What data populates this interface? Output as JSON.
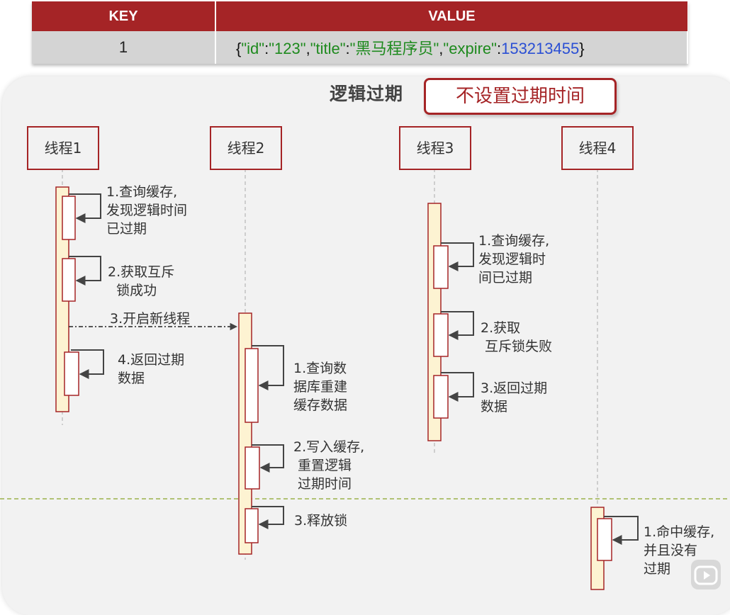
{
  "table": {
    "headers": [
      "KEY",
      "VALUE"
    ],
    "row": {
      "key": "1",
      "value_tokens": [
        {
          "t": "{",
          "c": "p"
        },
        {
          "t": "\"id\"",
          "c": "k"
        },
        {
          "t": ":",
          "c": "p"
        },
        {
          "t": "\"123\"",
          "c": "s"
        },
        {
          "t": ",",
          "c": "p"
        },
        {
          "t": "\"title\"",
          "c": "k"
        },
        {
          "t": ":",
          "c": "p"
        },
        {
          "t": "\"黑马程序员\"",
          "c": "s"
        },
        {
          "t": ",",
          "c": "p"
        },
        {
          "t": "\"expire\"",
          "c": "k"
        },
        {
          "t": ":",
          "c": "p"
        },
        {
          "t": "153213455",
          "c": "n"
        },
        {
          "t": "}",
          "c": "p"
        }
      ]
    }
  },
  "diagram": {
    "title": "逻辑过期",
    "badge": "不设置过期时间",
    "actors": [
      "线程1",
      "线程2",
      "线程3",
      "线程4"
    ],
    "labels": {
      "t1_step1": "1.查询缓存,\n发现逻辑时间\n已过期",
      "t1_step2": "2.获取互斥\n  锁成功",
      "t1_step3": "3.开启新线程",
      "t1_step4": "4.返回过期\n数据",
      "t2_step1": "1.查询数\n据库重建\n缓存数据",
      "t2_step2": "2.写入缓存,\n 重置逻辑\n 过期时间",
      "t2_step3": "3.释放锁",
      "t3_step1": "1.查询缓存,\n发现逻辑时\n间已过期",
      "t3_step2": "2.获取\n 互斥锁失败",
      "t3_step3": "3.返回过期\n数据",
      "t4_step1": "1.命中缓存,\n并且没有\n过期"
    }
  },
  "colors": {
    "accent": "#a52426",
    "activation_fill": "#fdf3d2",
    "divider": "#9bb24a",
    "arrow": "#444444"
  }
}
